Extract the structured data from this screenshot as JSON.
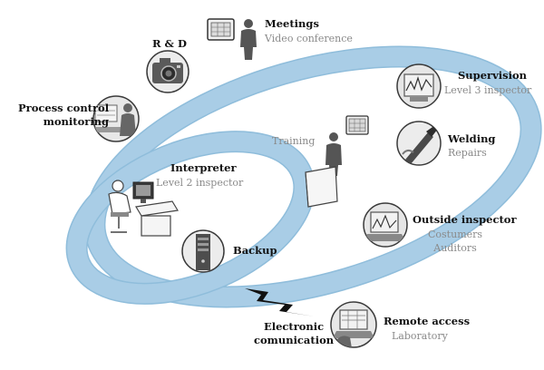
{
  "colors": {
    "ring": "#a9cde6",
    "ring_edge": "#8fbddb",
    "icon_fill": "#ececec",
    "icon_stroke": "#3a3a3a",
    "subtitle": "#8a8a8a",
    "title": "#111111"
  },
  "nodes": {
    "meetings": {
      "title": "Meetings",
      "subtitle": "Video conference",
      "icon": "monitor-person-icon"
    },
    "rnd": {
      "title": "R & D",
      "icon": "camera-icon"
    },
    "process": {
      "title": "Process control\nmonitoring",
      "icon": "operator-screen-icon"
    },
    "supervision": {
      "title": "Supervision",
      "subtitle": "Level 3 inspector",
      "icon": "waveform-screen-icon"
    },
    "welding": {
      "title": "Welding",
      "subtitle": "Repairs",
      "icon": "welding-torch-icon"
    },
    "training": {
      "title": "",
      "subtitle": "Training",
      "icon": "presenter-icon"
    },
    "interpreter": {
      "title": "Interpreter",
      "subtitle": "Level 2 inspector",
      "icon": "desk-workstation-icon"
    },
    "outside": {
      "title": "Outside inspector",
      "subtitle": "Costumers\nAuditors",
      "icon": "laptop-screen-icon"
    },
    "backup": {
      "title": "Backup",
      "icon": "server-tower-icon"
    },
    "electronic": {
      "title": "Electronic\ncomunication",
      "icon": "lightning-bolt-icon"
    },
    "remote": {
      "title": "Remote access",
      "subtitle": "Laboratory",
      "icon": "laptop-access-icon"
    }
  }
}
